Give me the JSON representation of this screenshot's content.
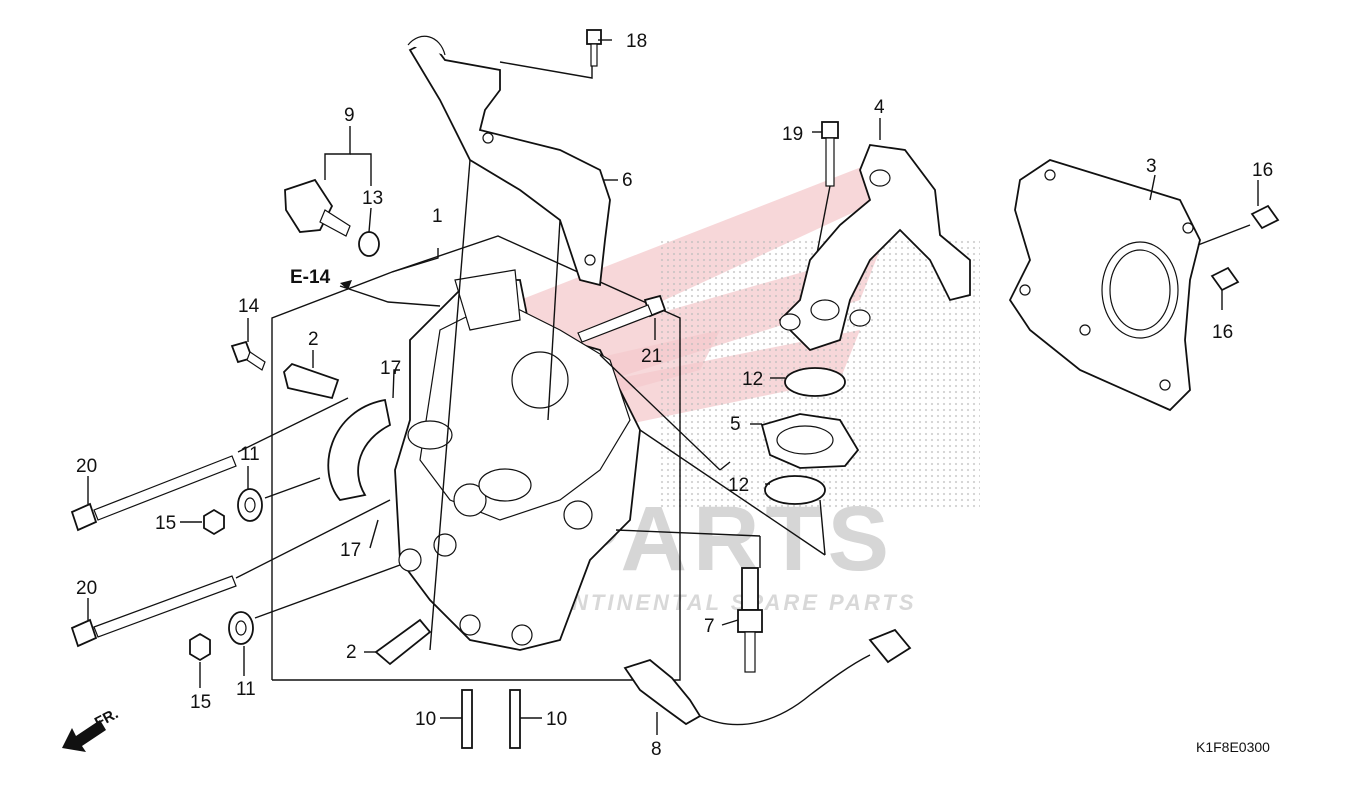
{
  "diagram": {
    "code": "K1F8E0300",
    "ref": "E-14",
    "direction_label": "FR.",
    "watermark": {
      "main": "PARTS",
      "tagline": "INTERCONTINENTAL SPARE PARTS"
    },
    "callouts": [
      {
        "id": "c1",
        "label": "1"
      },
      {
        "id": "c2a",
        "label": "2"
      },
      {
        "id": "c2b",
        "label": "2"
      },
      {
        "id": "c3",
        "label": "3"
      },
      {
        "id": "c4",
        "label": "4"
      },
      {
        "id": "c5",
        "label": "5"
      },
      {
        "id": "c6",
        "label": "6"
      },
      {
        "id": "c7",
        "label": "7"
      },
      {
        "id": "c8",
        "label": "8"
      },
      {
        "id": "c9",
        "label": "9"
      },
      {
        "id": "c10a",
        "label": "10"
      },
      {
        "id": "c10b",
        "label": "10"
      },
      {
        "id": "c11a",
        "label": "11"
      },
      {
        "id": "c11b",
        "label": "11"
      },
      {
        "id": "c12a",
        "label": "12"
      },
      {
        "id": "c12b",
        "label": "12"
      },
      {
        "id": "c13",
        "label": "13"
      },
      {
        "id": "c14",
        "label": "14"
      },
      {
        "id": "c15a",
        "label": "15"
      },
      {
        "id": "c15b",
        "label": "15"
      },
      {
        "id": "c16a",
        "label": "16"
      },
      {
        "id": "c16b",
        "label": "16"
      },
      {
        "id": "c17a",
        "label": "17"
      },
      {
        "id": "c17b",
        "label": "17"
      },
      {
        "id": "c18",
        "label": "18"
      },
      {
        "id": "c19",
        "label": "19"
      },
      {
        "id": "c20a",
        "label": "20"
      },
      {
        "id": "c20b",
        "label": "20"
      },
      {
        "id": "c21",
        "label": "21"
      }
    ]
  }
}
